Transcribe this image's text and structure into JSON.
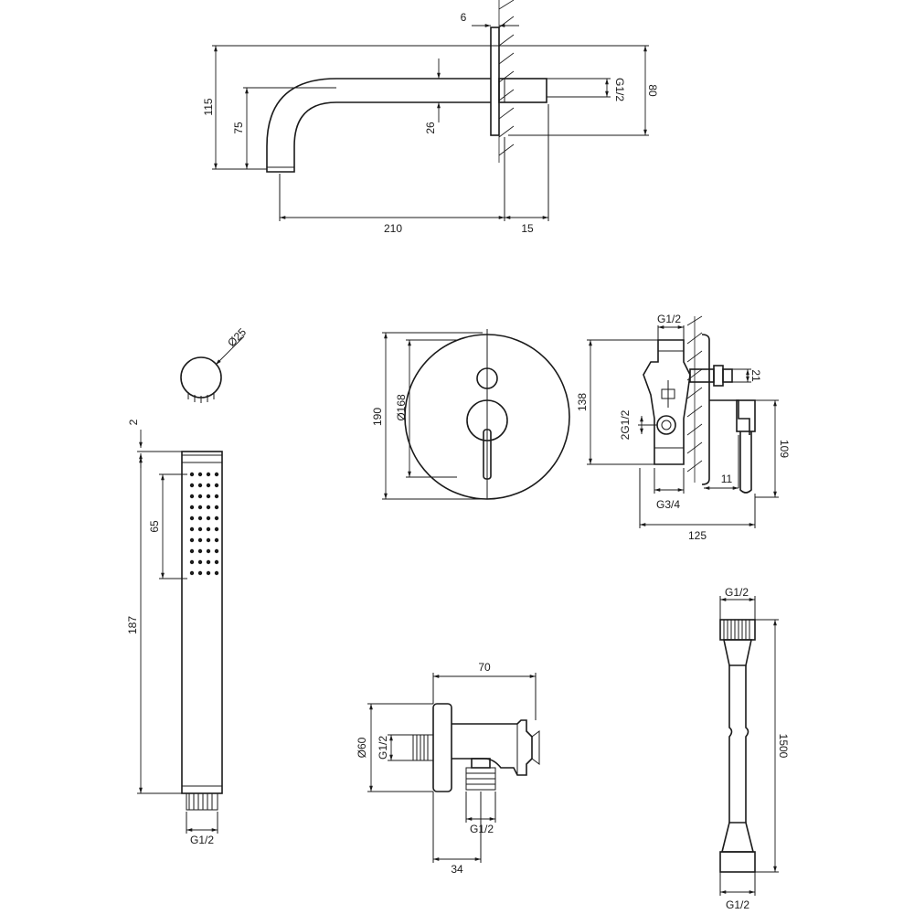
{
  "spout": {
    "d_wall": "6",
    "d_115": "115",
    "d_75": "75",
    "d_26": "26",
    "d_thread": "G1/2",
    "d_80": "80",
    "d_210": "210",
    "d_15": "15"
  },
  "handshower": {
    "d_diam": "Ø25",
    "d_2": "2",
    "d_65": "65",
    "d_187": "187",
    "d_thread": "G1/2"
  },
  "mixer_front": {
    "d_190": "190",
    "d_168": "Ø168"
  },
  "mixer_side": {
    "d_top": "G1/2",
    "d_21": "21",
    "d_138": "138",
    "d_2g": "2G1/2",
    "d_109": "109",
    "d_11": "11",
    "d_g34": "G3/4",
    "d_125": "125"
  },
  "outlet": {
    "d_70": "70",
    "d_60": "Ø60",
    "d_g12a": "G1/2",
    "d_g12b": "G1/2",
    "d_34": "34"
  },
  "hose": {
    "d_top": "G1/2",
    "d_1500": "1500",
    "d_bottom": "G1/2"
  }
}
